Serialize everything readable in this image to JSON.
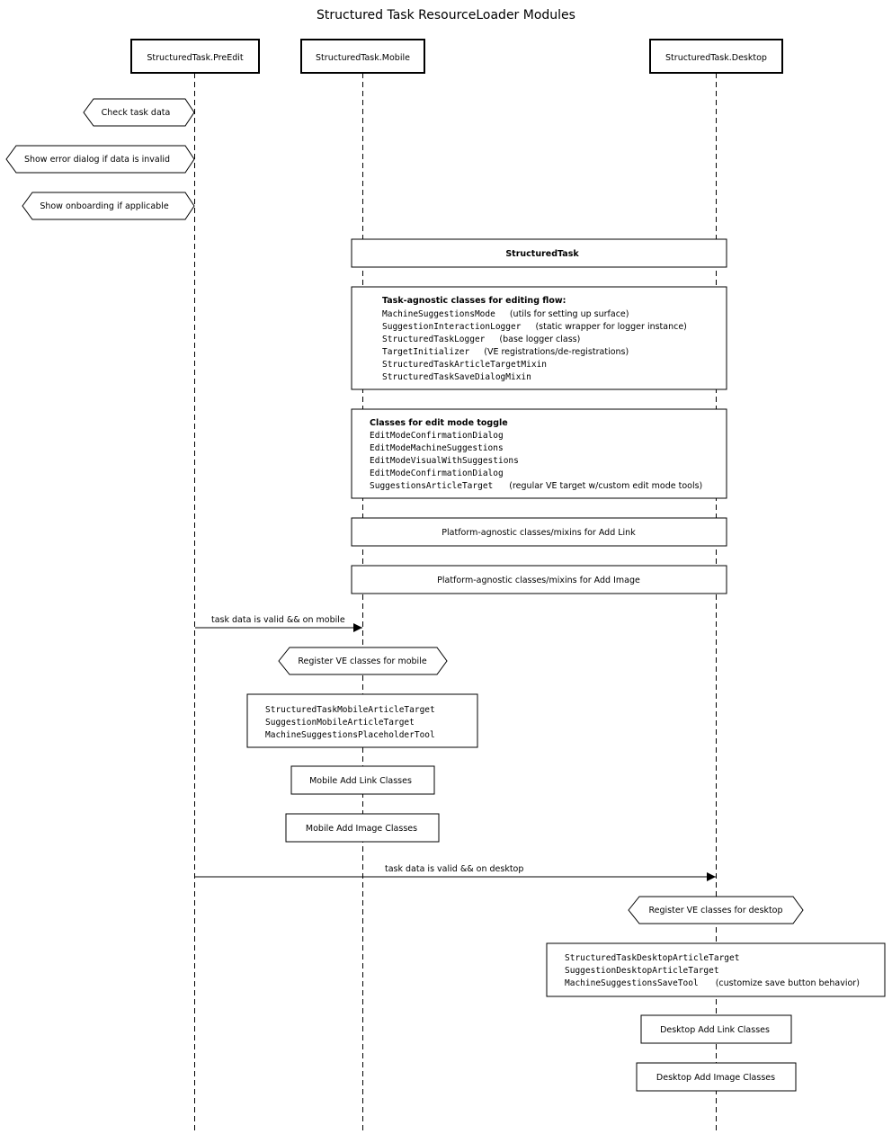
{
  "title": "Structured Task ResourceLoader Modules",
  "participants": {
    "preedit": "StructuredTask.PreEdit",
    "mobile": "StructuredTask.Mobile",
    "desktop": "StructuredTask.Desktop"
  },
  "preedit_steps": {
    "check": "Check task data",
    "error": "Show error dialog if data is invalid",
    "onboarding": "Show onboarding if applicable"
  },
  "structured_task": {
    "header": "StructuredTask",
    "agnostic": {
      "heading": "Task-agnostic classes for editing flow:",
      "rows": [
        {
          "cls": "MachineSuggestionsMode",
          "note": "(utils for setting up surface)"
        },
        {
          "cls": "SuggestionInteractionLogger",
          "note": "(static wrapper for logger instance)"
        },
        {
          "cls": "StructuredTaskLogger",
          "note": "(base logger class)"
        },
        {
          "cls": "TargetInitializer",
          "note": "(VE registrations/de-registrations)"
        },
        {
          "cls": "StructuredTaskArticleTargetMixin",
          "note": ""
        },
        {
          "cls": "StructuredTaskSaveDialogMixin",
          "note": ""
        }
      ]
    },
    "edit_mode": {
      "heading": "Classes for edit mode toggle",
      "rows": [
        {
          "cls": "EditModeConfirmationDialog",
          "note": ""
        },
        {
          "cls": "EditModeMachineSuggestions",
          "note": ""
        },
        {
          "cls": "EditModeVisualWithSuggestions",
          "note": ""
        },
        {
          "cls": "EditModeConfirmationDialog",
          "note": ""
        },
        {
          "cls": "SuggestionsArticleTarget",
          "note": "(regular VE target w/custom edit mode tools)"
        }
      ]
    },
    "add_link": "Platform-agnostic classes/mixins for Add Link",
    "add_image": "Platform-agnostic classes/mixins for Add Image"
  },
  "mobile": {
    "message": "task data is valid && on mobile",
    "register": "Register VE classes for mobile",
    "classes": [
      "StructuredTaskMobileArticleTarget",
      "SuggestionMobileArticleTarget",
      "MachineSuggestionsPlaceholderTool"
    ],
    "add_link": "Mobile Add Link Classes",
    "add_image": "Mobile Add Image Classes"
  },
  "desktop": {
    "message": "task data is valid && on desktop",
    "register": "Register VE classes for desktop",
    "classes": [
      {
        "cls": "StructuredTaskDesktopArticleTarget",
        "note": ""
      },
      {
        "cls": "SuggestionDesktopArticleTarget",
        "note": ""
      },
      {
        "cls": "MachineSuggestionsSaveTool",
        "note": "(customize save button behavior)"
      }
    ],
    "add_link": "Desktop Add Link Classes",
    "add_image": "Desktop Add Image Classes"
  }
}
